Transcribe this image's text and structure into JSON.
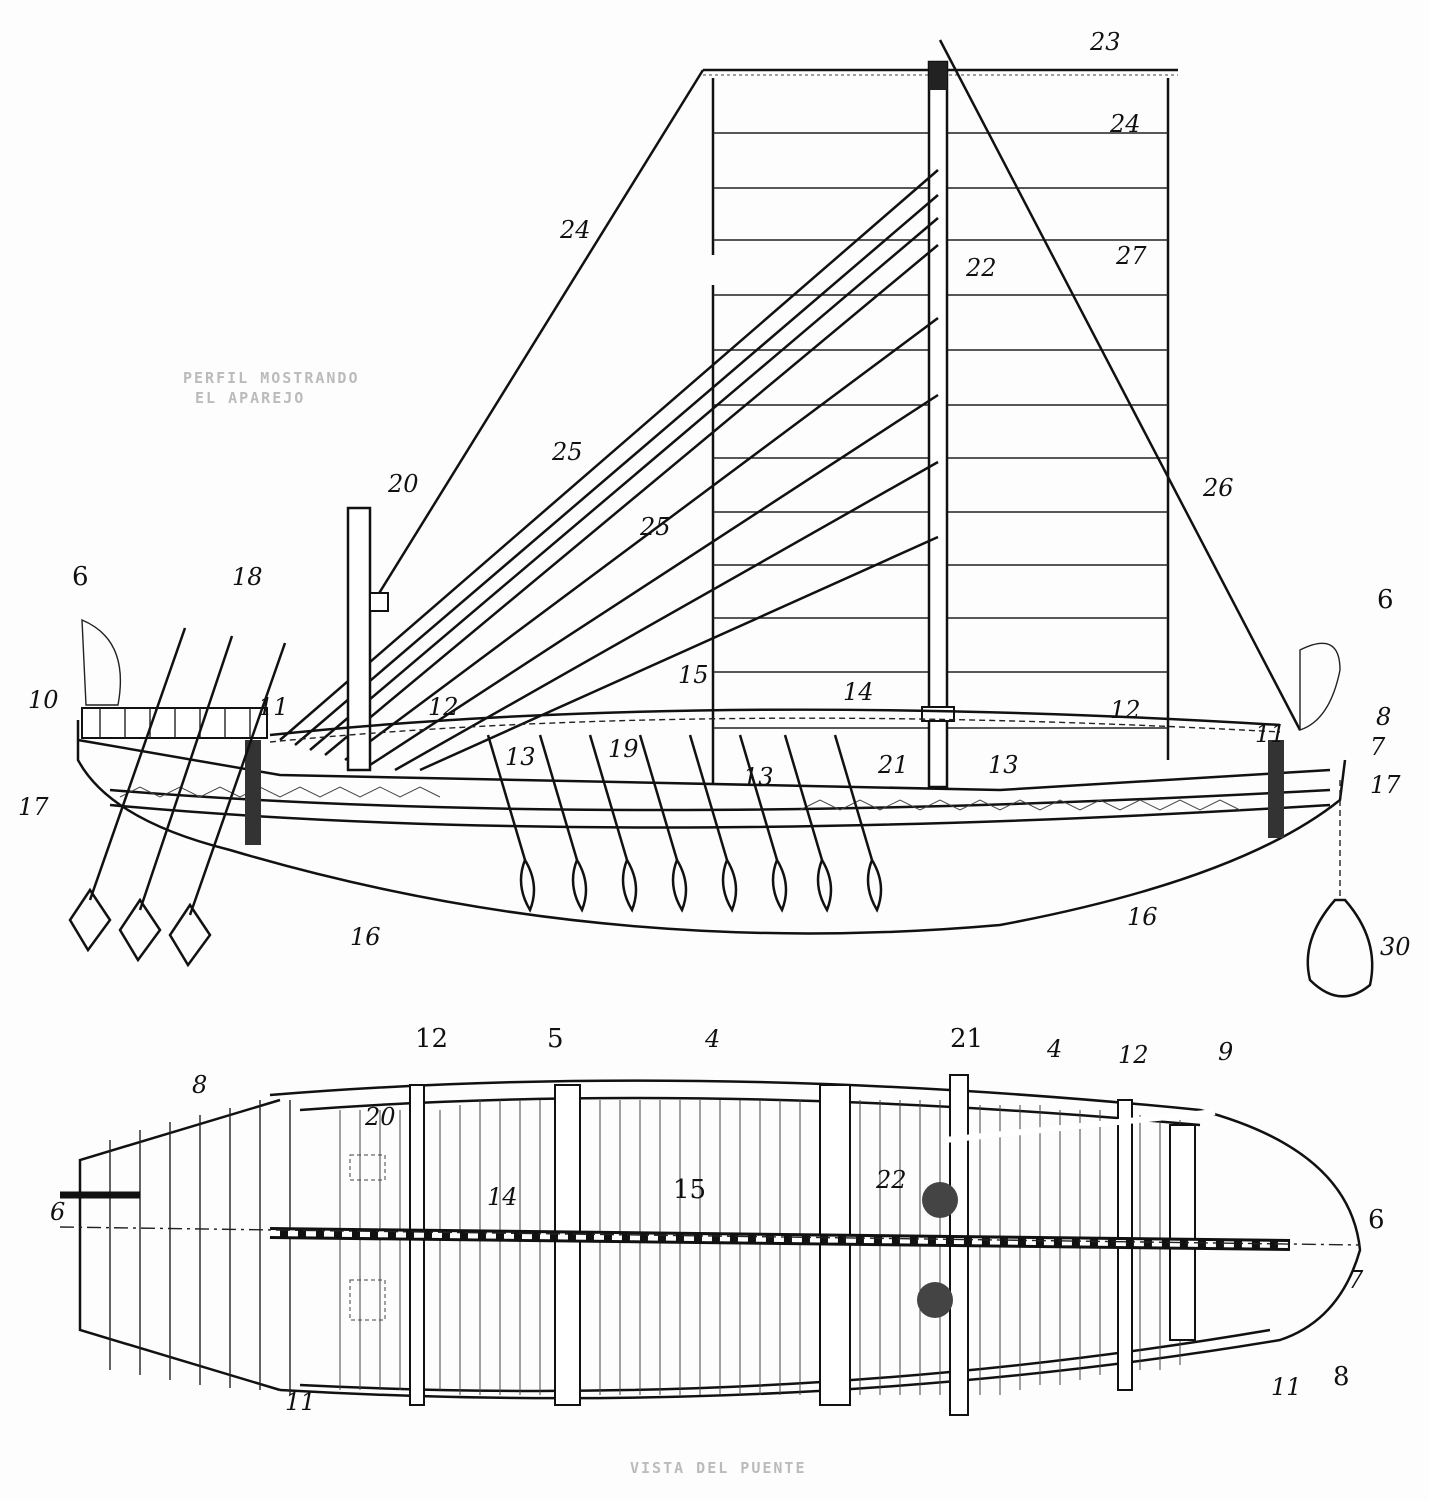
{
  "captions": {
    "side_view_line1": "PERFIL MOSTRANDO",
    "side_view_line2": "EL APAREJO",
    "deck_view": "VISTA DEL PUENTE"
  },
  "side_labels": [
    "23",
    "24",
    "24",
    "22",
    "27",
    "25",
    "25",
    "20",
    "26",
    "6",
    "18",
    "6",
    "10",
    "15",
    "14",
    "12",
    "12",
    "11",
    "11",
    "8",
    "7",
    "13",
    "13",
    "13",
    "19",
    "21",
    "17",
    "17",
    "16",
    "16",
    "30"
  ],
  "plan_labels": [
    "12",
    "5",
    "4",
    "21",
    "4",
    "12",
    "9",
    "8",
    "20",
    "22",
    "14",
    "15",
    "6",
    "6",
    "7",
    "11",
    "8",
    "11"
  ]
}
